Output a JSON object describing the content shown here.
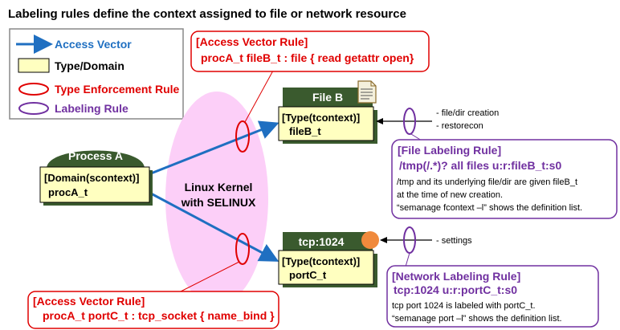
{
  "title": "Labeling rules define the context assigned to file or network resource",
  "legend": {
    "access_vector": "Access Vector",
    "type_domain": "Type/Domain",
    "type_enforcement_rule": "Type Enforcement Rule",
    "labeling_rule": "Labeling Rule"
  },
  "process": {
    "name": "Process A",
    "context_label": "[Domain(scontext)]",
    "context_value": "procA_t"
  },
  "kernel": {
    "line1": "Linux Kernel",
    "line2": "with SELINUX"
  },
  "file_b": {
    "name": "File B",
    "context_label": "[Type(tcontext)]",
    "context_value": "fileB_t"
  },
  "tcp": {
    "name": "tcp:1024",
    "context_label": "[Type(tcontext)]",
    "context_value": "portC_t"
  },
  "av_rule_top": {
    "header": "[Access Vector Rule]",
    "body": "procA_t  fileB_t : file { read getattr open}"
  },
  "av_rule_bottom": {
    "header": "[Access Vector Rule]",
    "body": "procA_t  portC_t : tcp_socket { name_bind }"
  },
  "file_triggers": {
    "line1": "- file/dir creation",
    "line2": "- restorecon"
  },
  "tcp_trigger": "- settings",
  "file_label_rule": {
    "header": "[File Labeling Rule]",
    "rule": "/tmp(/.*)?   all files  u:r:fileB_t:s0",
    "desc1": "/tmp and its underlying file/dir are given fileB_t",
    "desc2": "at the time of new creation.",
    "desc3": "“semanage fcontext –l” shows the definition list."
  },
  "network_label_rule": {
    "header": "[Network Labeling Rule]",
    "rule": "tcp:1024   u:r:portC_t:s0",
    "desc1": "tcp port 1024 is labeled with portC_t.",
    "desc2": "“semanage port –l” shows the definition list."
  },
  "colors": {
    "arrow_blue": "#1f6fc1",
    "rule_red": "#e00000",
    "label_purple": "#7030a0",
    "box_yellow": "#ffffc0",
    "header_green": "#3a5a2e",
    "kernel_pink": "#fccff8",
    "port_orange": "#f08a3c"
  }
}
